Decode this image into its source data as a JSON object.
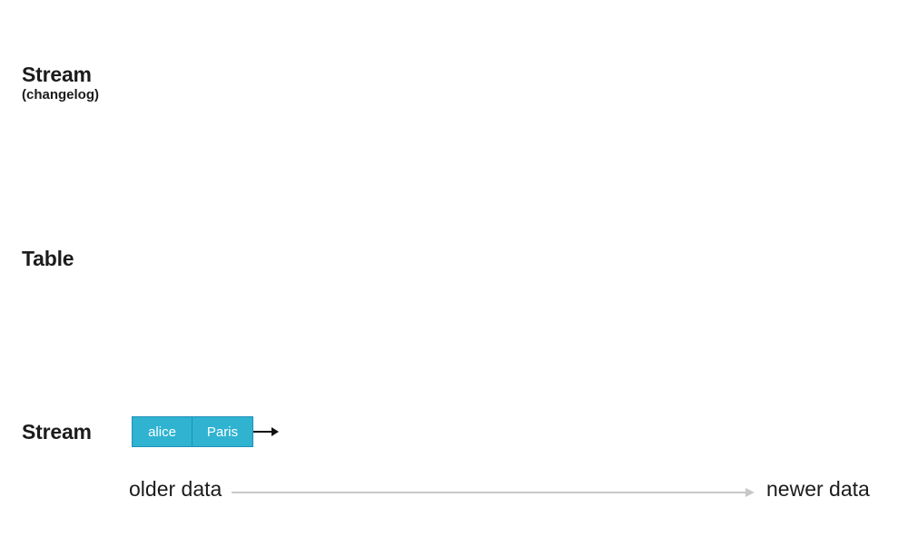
{
  "labels": {
    "stream_changelog": "Stream",
    "stream_changelog_sub": "(changelog)",
    "table": "Table",
    "stream": "Stream"
  },
  "record": {
    "key": "alice",
    "value": "Paris"
  },
  "timeline": {
    "older": "older data",
    "newer": "newer data"
  },
  "colors": {
    "record_fill": "#2fb3d1",
    "record_border": "#1e90b8",
    "timeline_arrow": "#c8c8c8",
    "text": "#1c1c1c"
  }
}
